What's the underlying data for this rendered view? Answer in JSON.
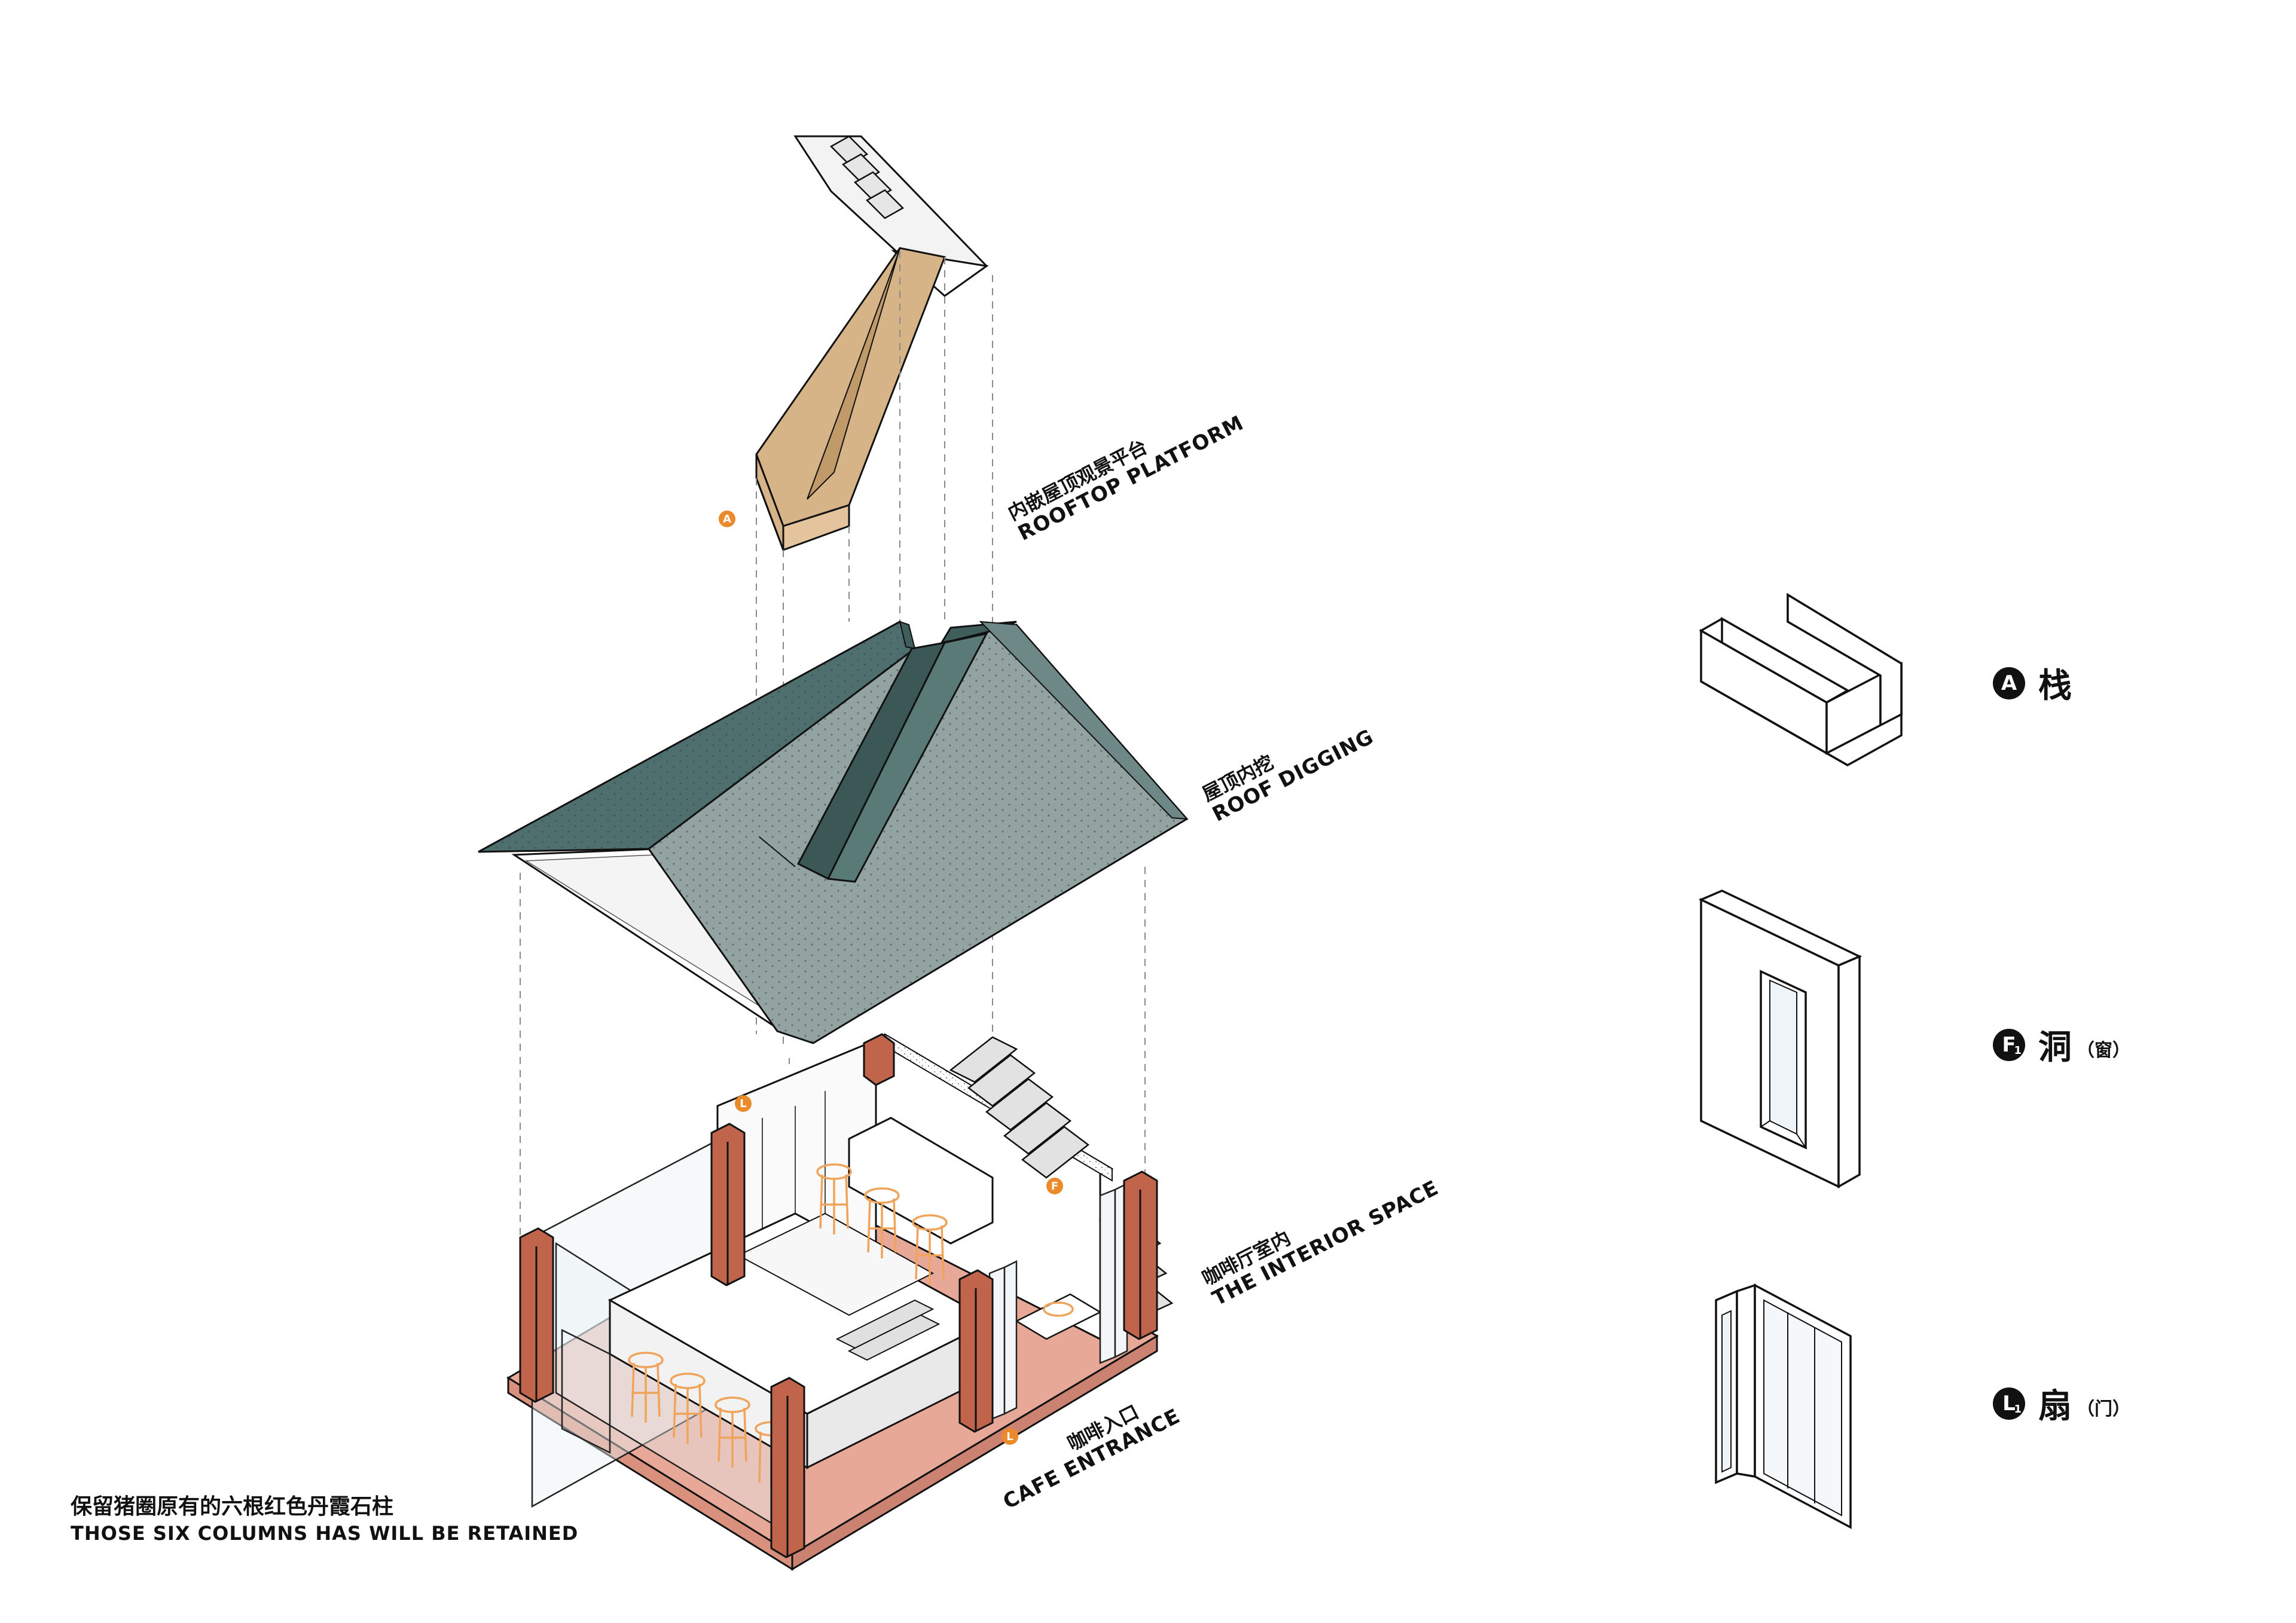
{
  "labels": {
    "rooftop_cn": "内嵌屋顶观景平台",
    "rooftop_en": "ROOFTOP PLATFORM",
    "roof_cn": "屋顶内挖",
    "roof_en": "ROOF DIGGING",
    "interior_cn": "咖啡厅室内",
    "interior_en": "THE INTERIOR SPACE",
    "entrance_cn": "咖啡入口",
    "entrance_en": "CAFE ENTRANCE",
    "columns_cn": "保留猪圈原有的六根红色丹霞石柱",
    "columns_en": "THOSE SIX COLUMNS HAS WILL BE RETAINED"
  },
  "tags": {
    "rooftop": "A",
    "left_door": "L",
    "window": "F",
    "entrance_door": "L"
  },
  "legend": [
    {
      "badge": "A",
      "sub": "",
      "char": "栈",
      "paren": ""
    },
    {
      "badge": "F",
      "sub": "1",
      "char": "洞",
      "paren": "（窗）"
    },
    {
      "badge": "L",
      "sub": "1",
      "char": "扇",
      "paren": "（门）"
    }
  ],
  "colors": {
    "roof_dark": "#4e6f6d",
    "roof_light": "#93a3a1",
    "wood": "#d7b487",
    "column": "#c0654c",
    "floor": "#e7a897",
    "chair": "#f0a35a",
    "tag": "#ea8a2a"
  }
}
